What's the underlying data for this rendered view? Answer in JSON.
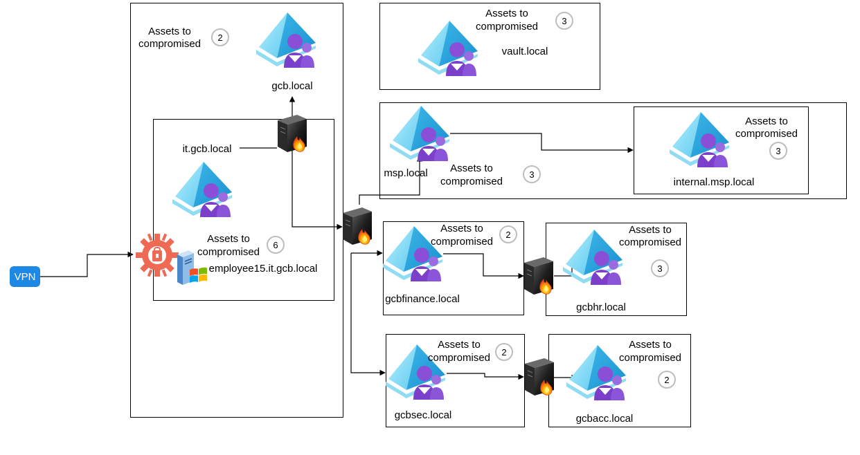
{
  "vpn": {
    "label": "VPN"
  },
  "assets_label_line1": "Assets to",
  "assets_label_line2": "compromised",
  "domains": [
    {
      "id": "gcb",
      "name": "gcb.local",
      "assets": "2"
    },
    {
      "id": "vault",
      "name": "vault.local",
      "assets": "3"
    },
    {
      "id": "msp",
      "name": "msp.local",
      "assets": "3"
    },
    {
      "id": "internal-msp",
      "name": "internal.msp.local",
      "assets": "3"
    },
    {
      "id": "it-gcb",
      "name": "it.gcb.local",
      "assets": "6"
    },
    {
      "id": "gcbfinance",
      "name": "gcbfinance.local",
      "assets": "2"
    },
    {
      "id": "gcbhr",
      "name": "gcbhr.local",
      "assets": "3"
    },
    {
      "id": "gcbsec",
      "name": "gcbsec.local",
      "assets": "2"
    },
    {
      "id": "gcbacc",
      "name": "gcbacc.local",
      "assets": "2"
    }
  ],
  "host": {
    "name": "employee15.it.gcb.local",
    "icon": "windows-server-icon"
  },
  "icons": {
    "domain": "active-directory-icon",
    "firewall": "firewall-icon",
    "attacker": "attacker-gear-icon"
  },
  "colors": {
    "vpn_fill": "#1e88e5",
    "ad_light": "#8fe0f5",
    "ad_mid": "#4fc3ea",
    "ad_dark": "#1e9fd6",
    "user_purple": "#8a4fd6",
    "attacker": "#ef6a55"
  }
}
